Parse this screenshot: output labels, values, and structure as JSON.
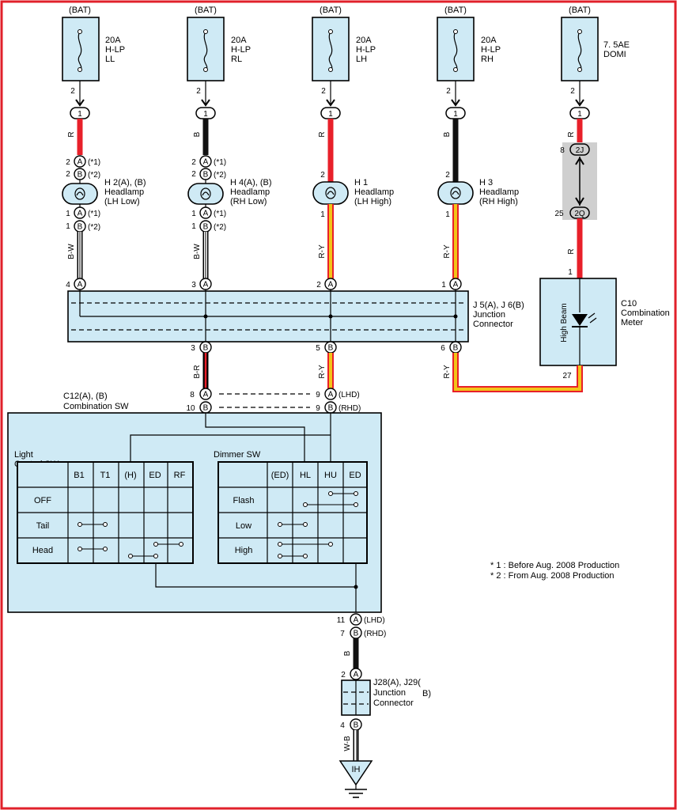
{
  "fuses": [
    {
      "bat": "(BAT)",
      "rating": "20A",
      "name": "H-LP",
      "sub": "LL",
      "pin": "2",
      "conn": "1",
      "wire": "R"
    },
    {
      "bat": "(BAT)",
      "rating": "20A",
      "name": "H-LP",
      "sub": "RL",
      "pin": "2",
      "conn": "1",
      "wire": "B"
    },
    {
      "bat": "(BAT)",
      "rating": "20A",
      "name": "H-LP",
      "sub": "LH",
      "pin": "2",
      "conn": "1",
      "wire": "R"
    },
    {
      "bat": "(BAT)",
      "rating": "20A",
      "name": "H-LP",
      "sub": "RH",
      "pin": "2",
      "conn": "1",
      "wire": "B"
    },
    {
      "bat": "(BAT)",
      "rating": "7. 5AE",
      "name": "DOMI",
      "sub": "",
      "pin": "2",
      "conn": "1",
      "wire": "R"
    }
  ],
  "headlamps": [
    {
      "id": "H 2(A), (B)",
      "desc1": "Headlamp",
      "desc2": "(LH Low)",
      "pinA": "A",
      "pinB": "B",
      "n2": "2",
      "n1": "1",
      "note1": "(*1)",
      "note2": "(*2)",
      "wire": "B-W"
    },
    {
      "id": "H 4(A), (B)",
      "desc1": "Headlamp",
      "desc2": "(RH Low)",
      "pinA": "A",
      "pinB": "B",
      "n2": "2",
      "n1": "1",
      "note1": "(*1)",
      "note2": "(*2)",
      "wire": "B-W"
    },
    {
      "id": "H 1",
      "desc1": "Headlamp",
      "desc2": "(LH High)",
      "n2": "2",
      "n1": "1",
      "wire": "R-Y"
    },
    {
      "id": "H 3",
      "desc1": "Headlamp",
      "desc2": "(RH High)",
      "n2": "2",
      "n1": "1",
      "wire": "R-Y"
    }
  ],
  "dome_connectors": {
    "top_num": "8",
    "top": "2J",
    "bottom_num": "25",
    "bottom": "2Q",
    "wire": "R",
    "pin": "1"
  },
  "junction": {
    "label1": "J 5(A), J 6(B)",
    "label2": "Junction",
    "label3": "Connector",
    "top_pins": [
      {
        "num": "4",
        "pin": "A"
      },
      {
        "num": "3",
        "pin": "A"
      },
      {
        "num": "2",
        "pin": "A"
      },
      {
        "num": "1",
        "pin": "A"
      }
    ],
    "bottom_pins": [
      {
        "num": "3",
        "pin": "B",
        "wire": "B-R"
      },
      {
        "num": "5",
        "pin": "B",
        "wire": "R-Y"
      },
      {
        "num": "6",
        "pin": "B",
        "wire": "R-Y"
      }
    ]
  },
  "meter": {
    "id": "C10",
    "desc1": "Combination",
    "desc2": "Meter",
    "led": "High Beam",
    "pin_top": "1",
    "pin_bottom": "27"
  },
  "combo_sw": {
    "label1": "C12(A), (B)",
    "label2": "Combination SW",
    "pins_left": [
      {
        "num": "8",
        "pin": "A"
      },
      {
        "num": "10",
        "pin": "B"
      }
    ],
    "pins_right": [
      {
        "num": "9",
        "pin": "A",
        "note": "(LHD)"
      },
      {
        "num": "9",
        "pin": "B",
        "note": "(RHD)"
      }
    ],
    "light_title1": "Light",
    "light_title2": "Control SW",
    "light_cols": [
      "B1",
      "T1",
      "(H)",
      "ED",
      "RF"
    ],
    "light_rows": [
      "OFF",
      "Tail",
      "Head"
    ],
    "dimmer_title": "Dimmer SW",
    "dimmer_cols": [
      "(ED)",
      "HL",
      "HU",
      "ED"
    ],
    "dimmer_rows": [
      "Flash",
      "Low",
      "High"
    ],
    "bottom_pins": [
      {
        "num": "11",
        "pin": "A",
        "note": "(LHD)"
      },
      {
        "num": "7",
        "pin": "B",
        "note": "(RHD)"
      }
    ],
    "ground_wire": "B"
  },
  "j28": {
    "label1": "J28(A), J29(",
    "label2": "Junction",
    "label3": "Connector",
    "tail": "B)",
    "top_num": "2",
    "top_pin": "A",
    "bot_num": "4",
    "bot_pin": "B",
    "wire": "W-B"
  },
  "ground": {
    "label": "IH"
  },
  "notes": [
    "* 1 : Before Aug.  2008 Production",
    "* 2 : From Aug.  2008 Production"
  ],
  "colors": {
    "border": "#e0202a",
    "red_wire": "#e8202a",
    "black_wire": "#111111",
    "ry_wire": "#f2c418",
    "box_fill": "#cfeaf5",
    "grey_shade": "#cfcfcf"
  }
}
